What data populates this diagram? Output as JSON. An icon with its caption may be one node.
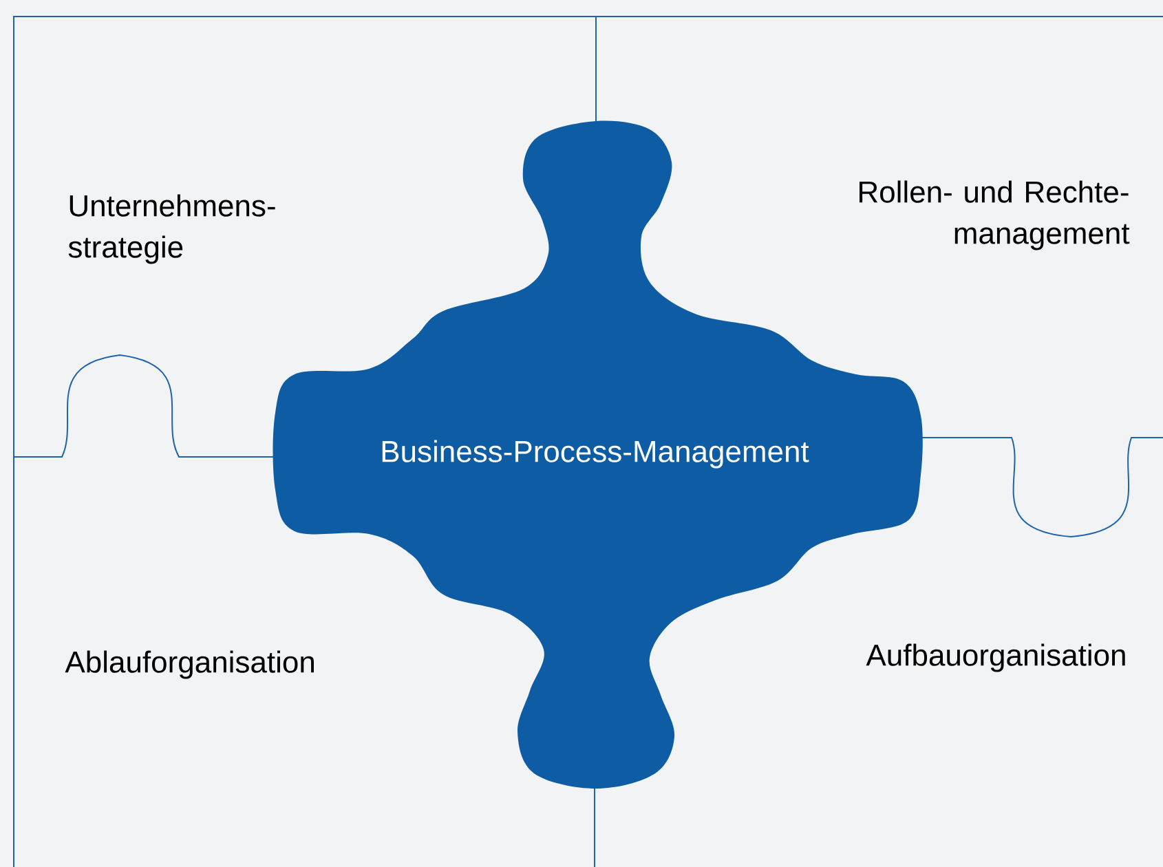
{
  "diagram": {
    "nodes": [
      {
        "text": [
          "Unternehmens- strategie"
        ]
      },
      {
        "text": [
          "Rollen- und Rechte- management"
        ]
      },
      {
        "text": [
          "Business-Process-Management"
        ]
      },
      {
        "text": [
          "Ablauforganisation"
        ]
      },
      {
        "text": [
          "Aufbauorganisation"
        ]
      }
    ]
  }
}
